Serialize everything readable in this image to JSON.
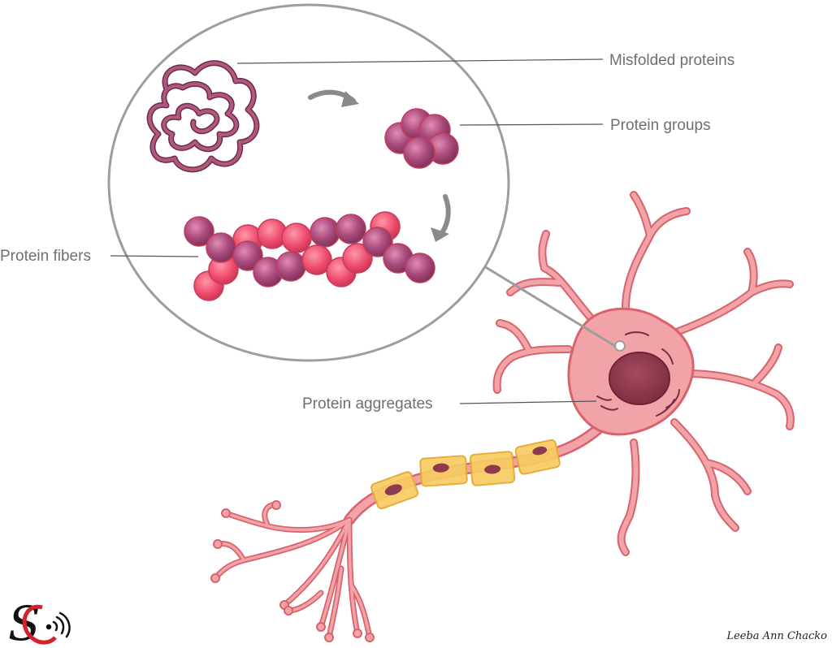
{
  "labels": {
    "misfolded": "Misfolded proteins",
    "groups": "Protein groups",
    "fibers": "Protein fibers",
    "aggregates": "Protein aggregates"
  },
  "credit": "Leeba Ann Chacko",
  "logo": {
    "letters": "SC"
  },
  "colors": {
    "neuron_fill": "#f2a3a8",
    "neuron_stroke": "#d9626c",
    "nucleus": "#8e3a4f",
    "myelin": "#f8cc62",
    "sphere_purple": "#a24877",
    "sphere_pink": "#ea4b6b",
    "leader_line": "#555555",
    "circle_outline": "#9d9d9d",
    "arrow": "#8a8a8a"
  },
  "icons": [
    "curved-arrow-icon",
    "wifi-signal-icon"
  ]
}
